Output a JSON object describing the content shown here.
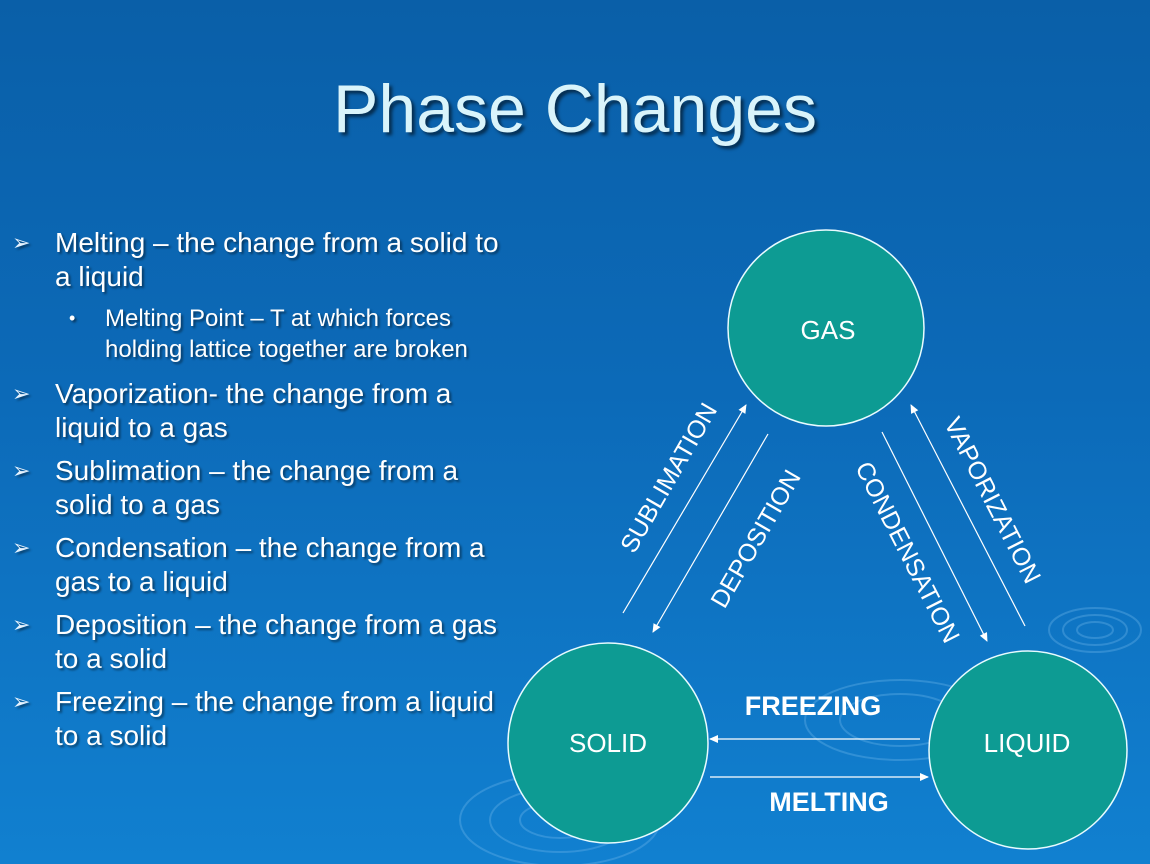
{
  "title": "Phase Changes",
  "bullets": [
    {
      "text": "Melting – the change from a solid to a liquid",
      "sub": "Melting Point – T at which forces holding lattice together are broken"
    },
    {
      "text": "Vaporization- the change from a liquid to a gas"
    },
    {
      "text": "Sublimation – the change from a solid to a gas"
    },
    {
      "text": "Condensation – the change from a gas to a liquid"
    },
    {
      "text": "Deposition – the change from a gas to a solid"
    },
    {
      "text": "Freezing – the change from a liquid to a solid"
    }
  ],
  "diagram": {
    "nodes": {
      "gas": "GAS",
      "solid": "SOLID",
      "liquid": "LIQUID"
    },
    "edges": {
      "sublimation": "SUBLIMATION",
      "deposition": "DEPOSITION",
      "condensation": "CONDENSATION",
      "vaporization": "VAPORIZATION",
      "freezing": "FREEZING",
      "melting": "MELTING"
    }
  },
  "colors": {
    "background": "#0c6ab8",
    "node_fill": "#0d9b93",
    "title": "#d9f4fb"
  }
}
